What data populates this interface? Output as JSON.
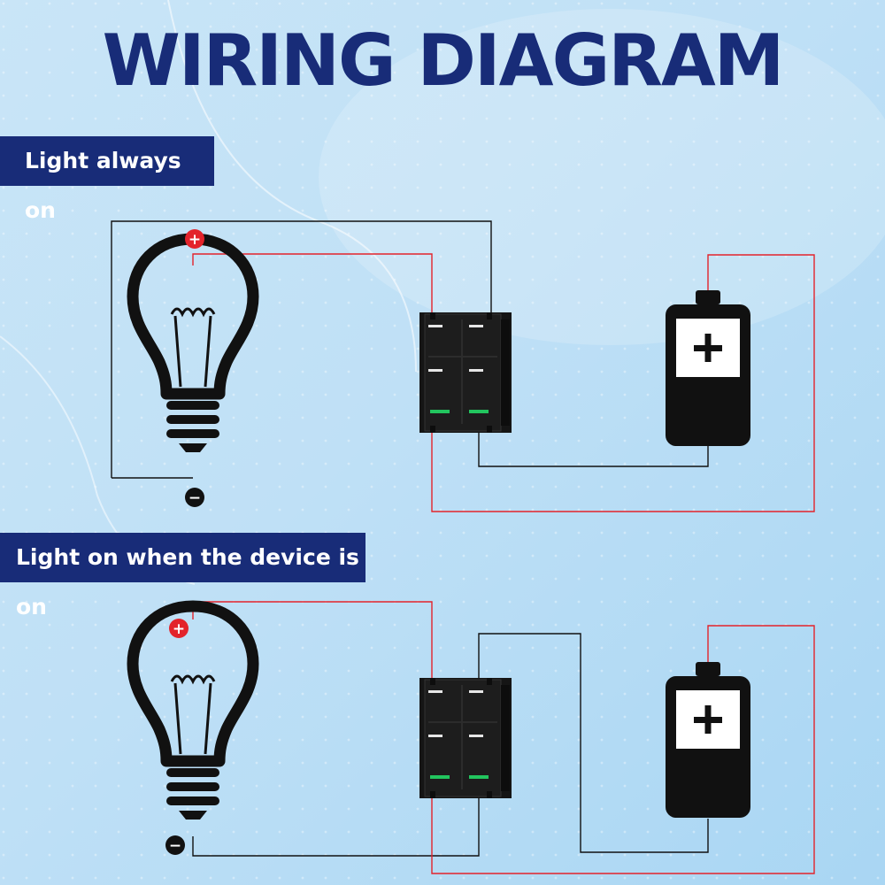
{
  "title": "WIRING DIAGRAM",
  "sections": [
    {
      "label": "Light always on"
    },
    {
      "label": "Light on when the device is on"
    }
  ],
  "symbols": {
    "positive": "+",
    "negative": "−"
  },
  "icons": [
    "light-bulb-icon",
    "rocker-switch-icon",
    "battery-icon",
    "positive-terminal-icon",
    "negative-terminal-icon"
  ],
  "colors": {
    "title": "#182c78",
    "banner": "#182c78",
    "positive_wire": "#e3232b",
    "negative_wire": "#111111",
    "positive_badge": "#e3232b",
    "negative_badge": "#111111",
    "switch_led": "#22c55e"
  }
}
